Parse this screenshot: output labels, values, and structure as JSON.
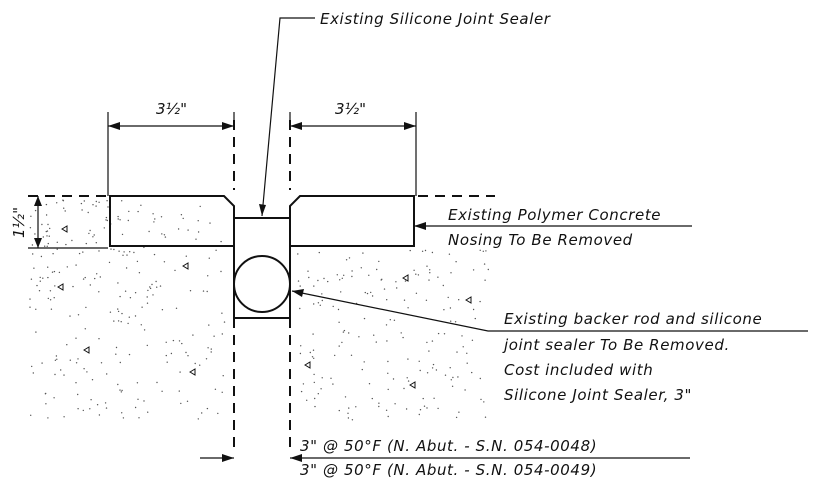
{
  "labels": {
    "silicone_sealer": "Existing Silicone Joint Sealer",
    "polymer_line1": "Existing Polymer Concrete",
    "polymer_line2": "Nosing To Be Removed",
    "backer_line1": "Existing backer rod and silicone",
    "backer_line2": "joint sealer To Be Removed.",
    "backer_line3": "Cost included with",
    "backer_line4": "Silicone Joint Sealer, 3\"",
    "gap_line1": "3\" @ 50°F (N. Abut. - S.N. 054-0048)",
    "gap_line2": "3\" @ 50°F (N. Abut. - S.N. 054-0049)"
  },
  "dimensions": {
    "left_width": "3½\"",
    "right_width": "3½\"",
    "depth": "1½\""
  }
}
